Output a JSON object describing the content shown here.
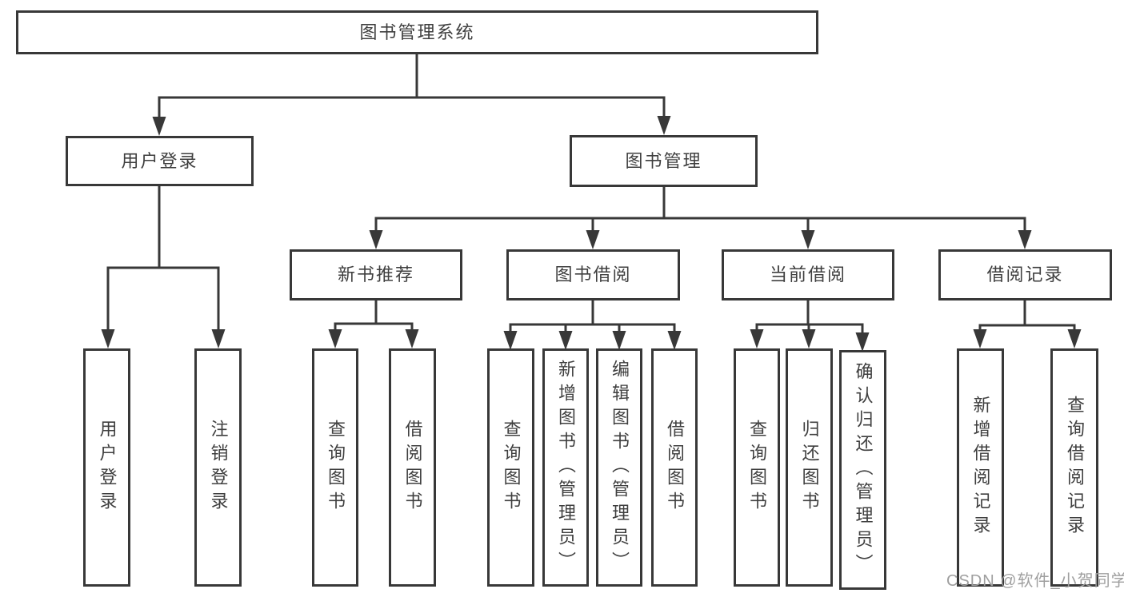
{
  "title": "图书管理系统",
  "tree": {
    "root": {
      "label": "图书管理系统",
      "children": {
        "user_login": {
          "label": "用户登录",
          "children": {
            "user_login_page": {
              "label": "用户登录"
            },
            "logout": {
              "label": "注销登录"
            }
          }
        },
        "book_mgmt": {
          "label": "图书管理",
          "children": {
            "new_books": {
              "label": "新书推荐",
              "children": {
                "query_books": {
                  "label": "查询图书"
                },
                "borrow_books": {
                  "label": "借阅图书"
                }
              }
            },
            "book_borrow": {
              "label": "图书借阅",
              "children": {
                "query_books": {
                  "label": "查询图书"
                },
                "add_books": {
                  "label": "新增图书（管理员）"
                },
                "edit_books": {
                  "label": "编辑图书（管理员）"
                },
                "borrow_books": {
                  "label": "借阅图书"
                }
              }
            },
            "current_borrow": {
              "label": "当前借阅",
              "children": {
                "query_books": {
                  "label": "查询图书"
                },
                "return_books": {
                  "label": "归还图书"
                },
                "confirm_return": {
                  "label": "确认归还（管理员）"
                }
              }
            },
            "borrow_records": {
              "label": "借阅记录",
              "children": {
                "add_record": {
                  "label": "新增借阅记录"
                },
                "query_record": {
                  "label": "查询借阅记录"
                }
              }
            }
          }
        }
      }
    }
  },
  "watermark": {
    "text": "CSDN @软件_小贺同学"
  },
  "colors": {
    "line": "#383838",
    "box_border": "#383838",
    "text": "#3f3f3f",
    "watermark": "#9f9f9f",
    "background": "#ffffff"
  }
}
